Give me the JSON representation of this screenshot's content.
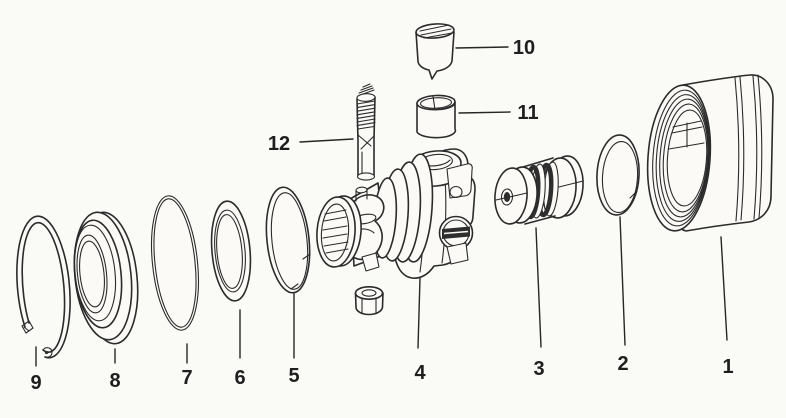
{
  "canvas": {
    "background": "#fafaf7",
    "line_color": "#2b2b2b",
    "label_color": "#1e1e1e"
  },
  "diagram": {
    "type": "exploded-parts-diagram",
    "callouts": [
      {
        "number": "1",
        "part": "outer-housing-cap"
      },
      {
        "number": "2",
        "part": "band-ring"
      },
      {
        "number": "3",
        "part": "spool-piston-with-seals"
      },
      {
        "number": "4",
        "part": "valve-body"
      },
      {
        "number": "5",
        "part": "large-band-ring"
      },
      {
        "number": "6",
        "part": "seal-ring"
      },
      {
        "number": "7",
        "part": "o-ring"
      },
      {
        "number": "8",
        "part": "gland-seal-ring"
      },
      {
        "number": "9",
        "part": "snap-ring"
      },
      {
        "number": "10",
        "part": "poppet-plug"
      },
      {
        "number": "11",
        "part": "sleeve-bushing"
      },
      {
        "number": "12",
        "part": "threaded-stem"
      }
    ]
  }
}
